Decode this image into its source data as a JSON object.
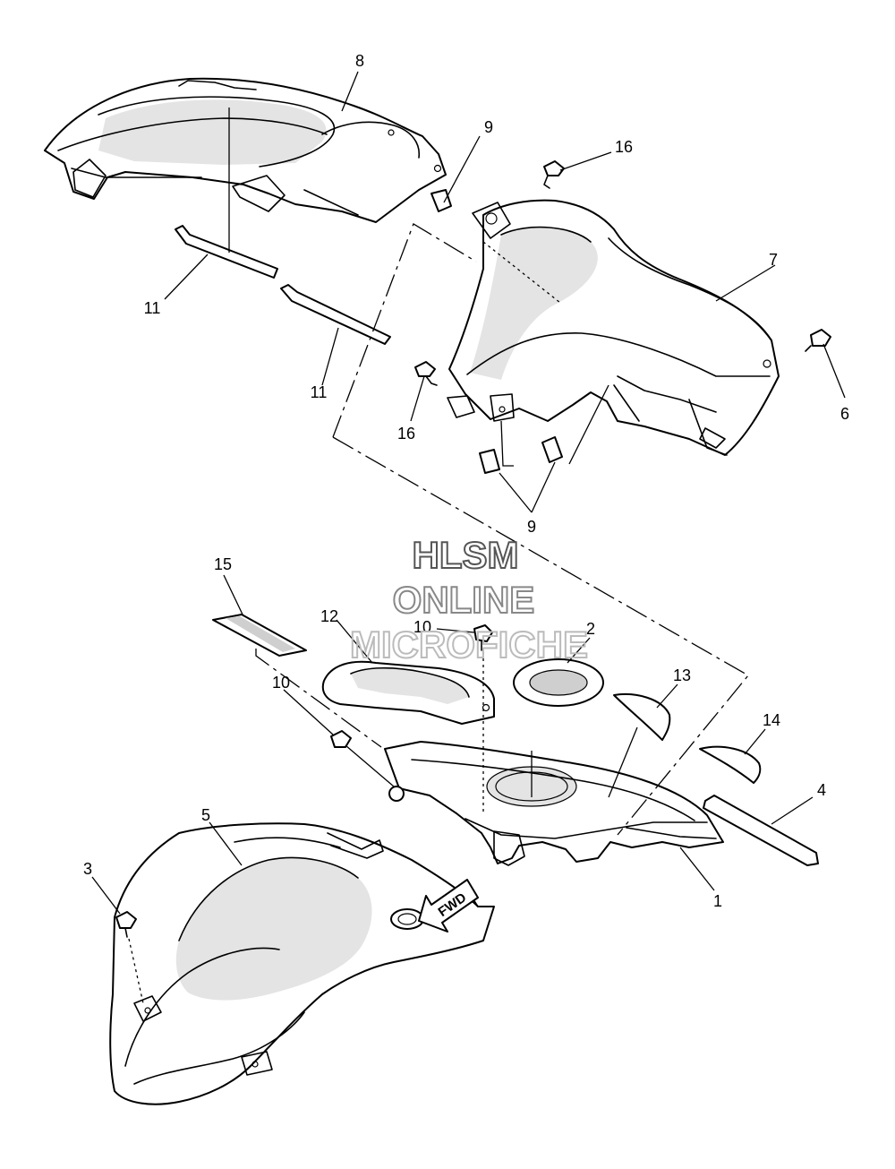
{
  "callouts": {
    "c1": "1",
    "c2": "2",
    "c3": "3",
    "c4": "4",
    "c5": "5",
    "c6": "6",
    "c7": "7",
    "c8": "8",
    "c9a": "9",
    "c9b": "9",
    "c10a": "10",
    "c10b": "10",
    "c11a": "11",
    "c11b": "11",
    "c12": "12",
    "c13": "13",
    "c14": "14",
    "c15": "15",
    "c16a": "16",
    "c16b": "16"
  },
  "watermark": {
    "line1": "HLSM",
    "line2": "ONLINE",
    "line3": "MICROFICHE"
  },
  "direction": {
    "label": "FWD"
  }
}
